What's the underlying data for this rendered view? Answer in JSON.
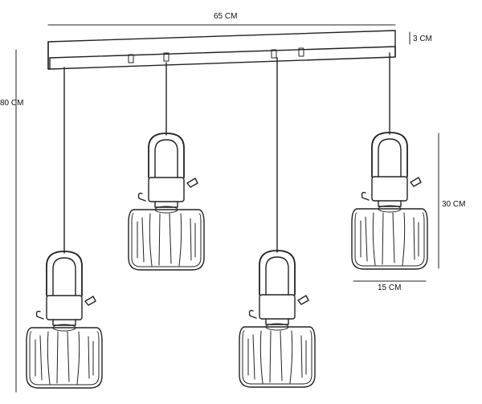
{
  "dimensions": {
    "width_label": "65 CM",
    "canopy_height_label": "3 CM",
    "total_height_label": "80 CM",
    "shade_height_label": "30 CM",
    "shade_width_label": "15 CM"
  }
}
